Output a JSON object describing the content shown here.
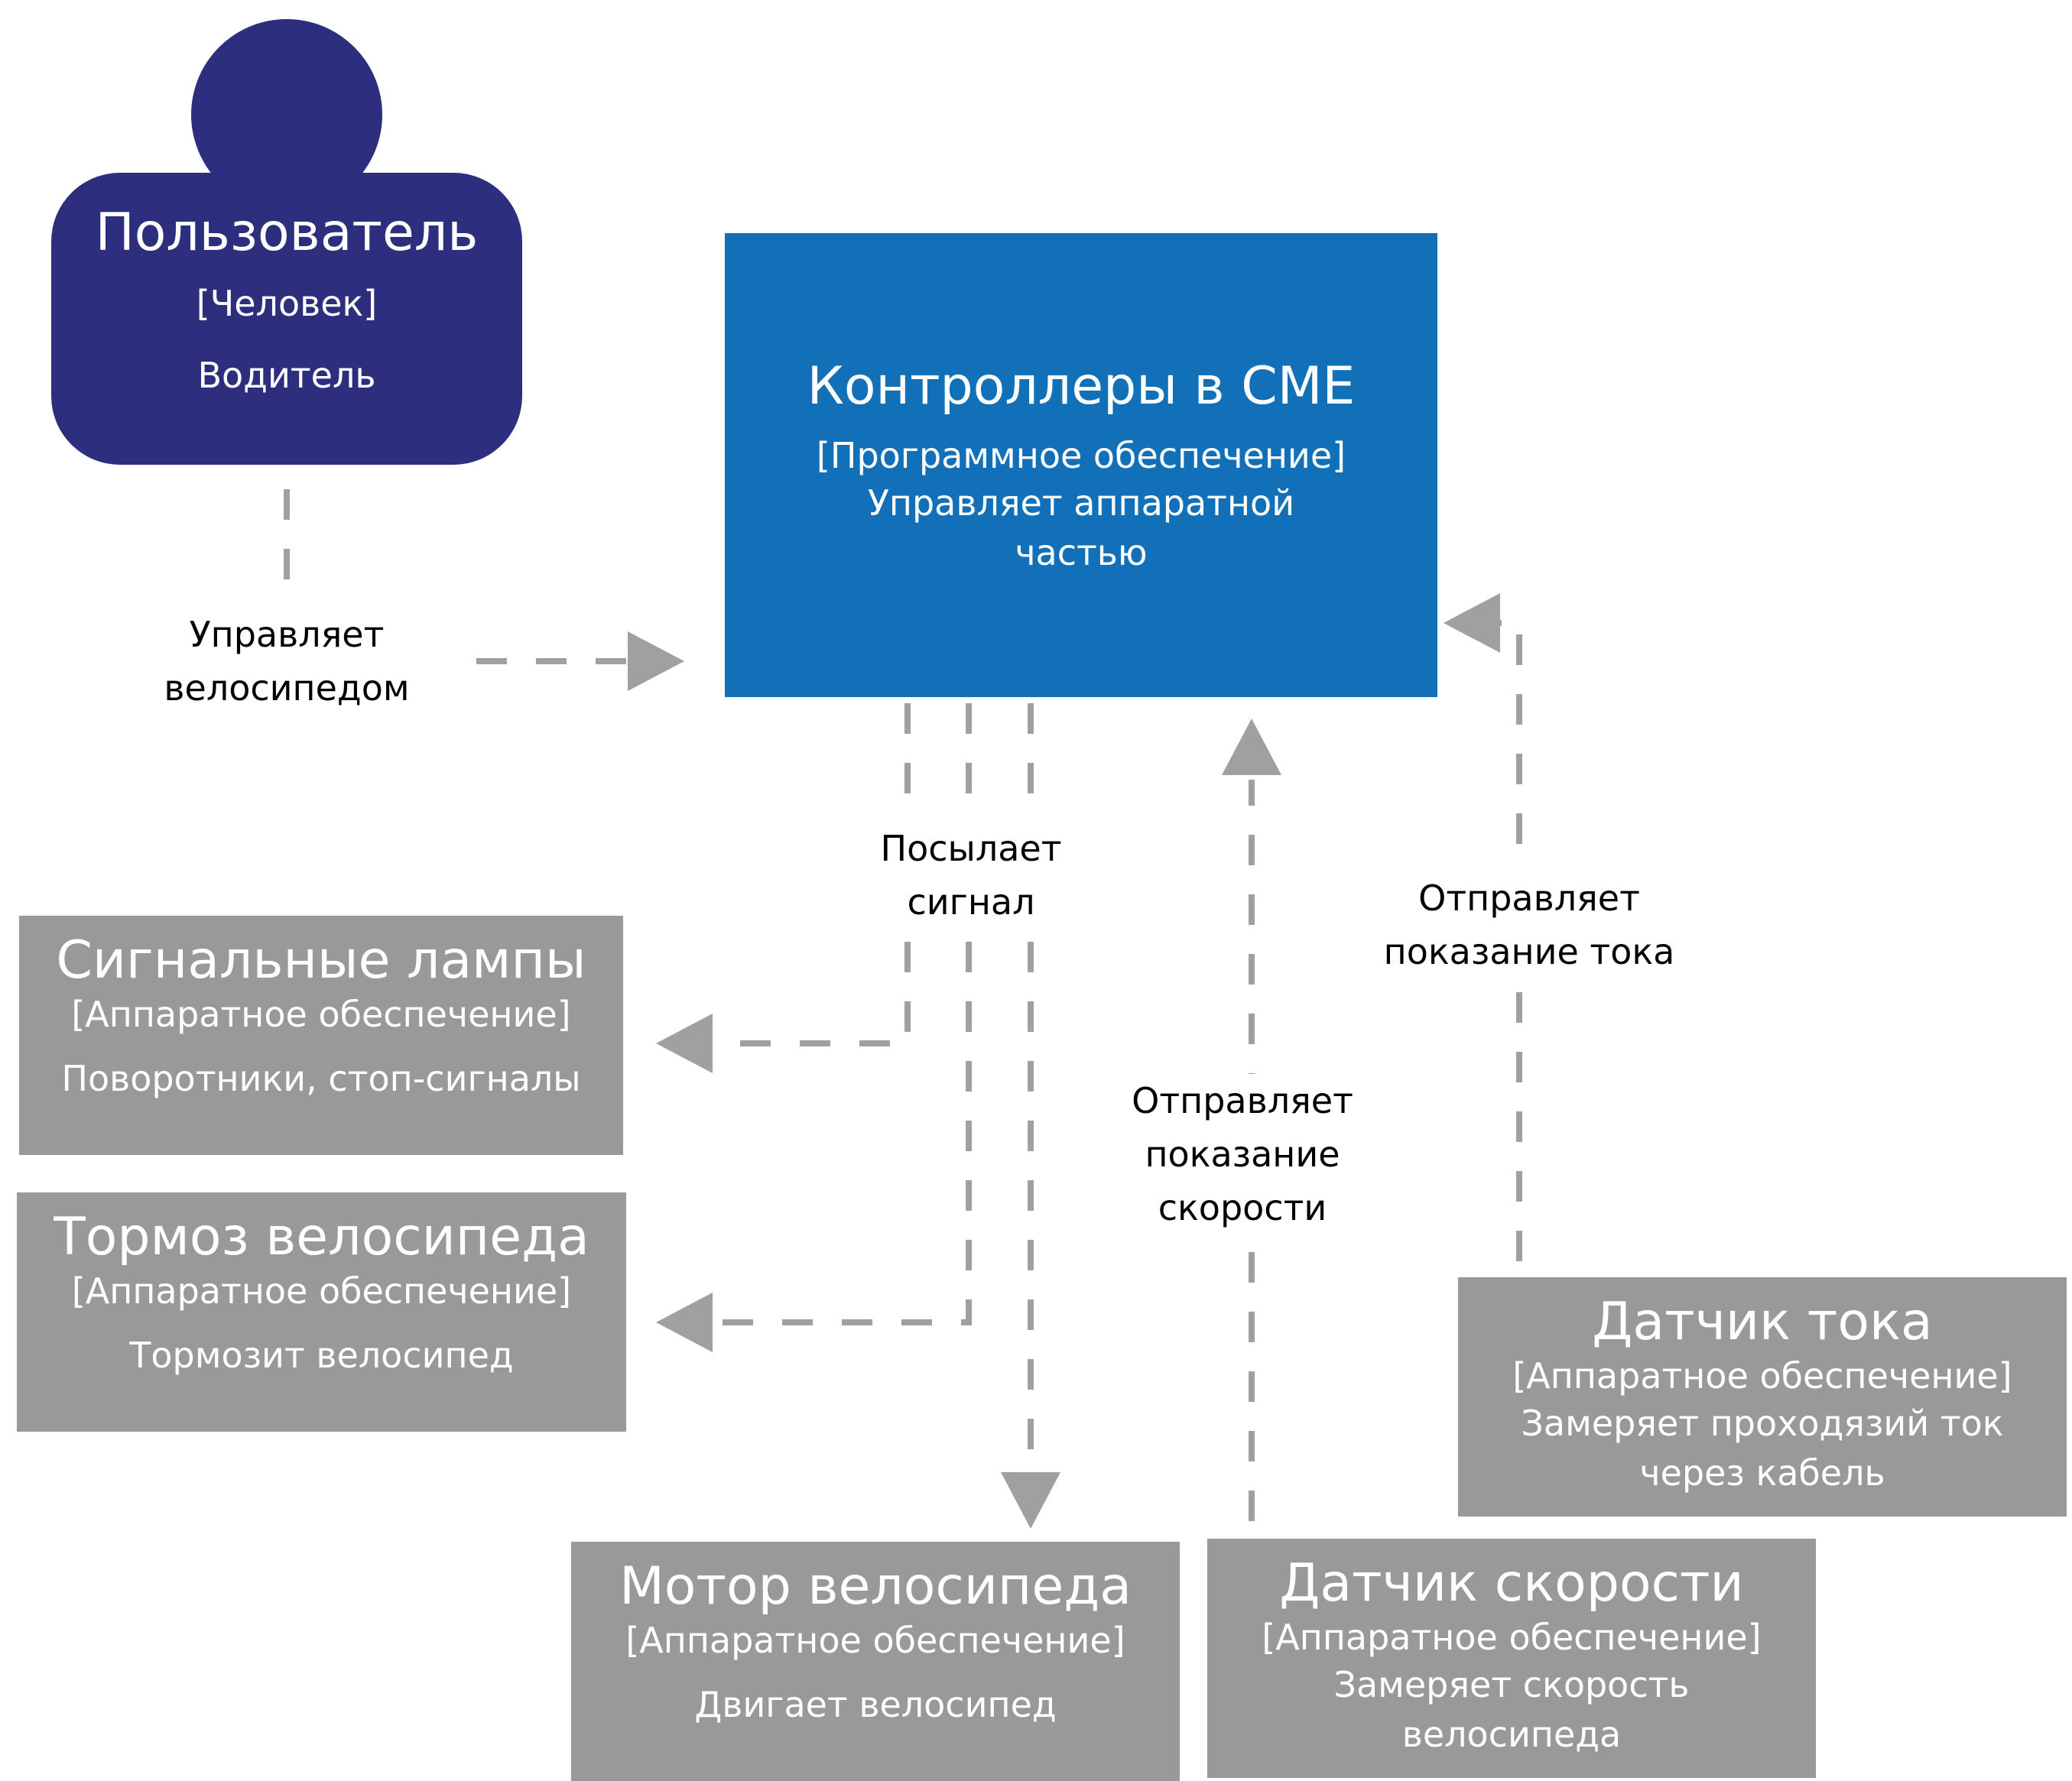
{
  "nodes": {
    "user": {
      "title": "Пользователь",
      "kind": "[Человек]",
      "description": "Водитель",
      "color": "#2e2e7e"
    },
    "controller": {
      "title": "Контроллеры в СМЕ",
      "kind": "[Программное обеспечение]",
      "description": "Управляет аппаратной частью",
      "color": "#1170b8"
    },
    "lamps": {
      "title": "Сигнальные лампы",
      "kind": "[Аппаратное обеспечение]",
      "description": "Поворотники, стоп-сигналы",
      "color": "#999999"
    },
    "brake": {
      "title": "Тормоз велосипеда",
      "kind": "[Аппаратное обеспечение]",
      "description": "Тормозит велосипед",
      "color": "#999999"
    },
    "motor": {
      "title": "Мотор велосипеда",
      "kind": "[Аппаратное обеспечение]",
      "description": "Двигает велосипед",
      "color": "#999999"
    },
    "speed_sensor": {
      "title": "Датчик скорости",
      "kind": "[Аппаратное обеспечение]",
      "description": "Замеряет скорость велосипеда",
      "color": "#999999"
    },
    "current_sensor": {
      "title": "Датчик тока",
      "kind": "[Аппаратное обеспечение]",
      "description": "Замеряет проходязий ток через кабель",
      "color": "#999999"
    }
  },
  "edges": {
    "user_controller": {
      "label": "Управляет велосипедом"
    },
    "controller_outputs": {
      "label": "Посылает сигнал"
    },
    "speed_controller": {
      "label": "Отправляет показание скорости"
    },
    "current_controller": {
      "label": "Отправляет показание тока"
    }
  },
  "colors": {
    "connector": "#a0a0a0"
  }
}
